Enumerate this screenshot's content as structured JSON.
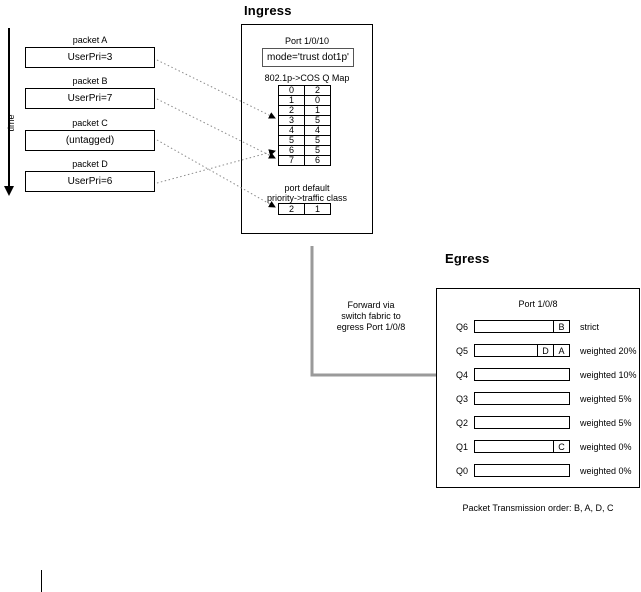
{
  "ingress": {
    "title": "Ingress",
    "port_label": "Port 1/0/10",
    "mode": "mode='trust dot1p'",
    "qmap_title": "802.1p->COS Q Map",
    "qmap_rows": [
      {
        "priority": "0",
        "queue": "2"
      },
      {
        "priority": "1",
        "queue": "0"
      },
      {
        "priority": "2",
        "queue": "1"
      },
      {
        "priority": "3",
        "queue": "5"
      },
      {
        "priority": "4",
        "queue": "4"
      },
      {
        "priority": "5",
        "queue": "5"
      },
      {
        "priority": "6",
        "queue": "5"
      },
      {
        "priority": "7",
        "queue": "6"
      }
    ],
    "port_default_title_line1": "port default",
    "port_default_title_line2": "priority->traffic class",
    "port_default_priority": "2",
    "port_default_class": "1"
  },
  "time_axis": {
    "label": "time"
  },
  "packets": [
    {
      "caption": "packet A",
      "value": "UserPri=3"
    },
    {
      "caption": "packet B",
      "value": "UserPri=7"
    },
    {
      "caption": "packet C",
      "value": "(untagged)"
    },
    {
      "caption": "packet D",
      "value": "UserPri=6"
    }
  ],
  "forward_note": {
    "line1": "Forward via",
    "line2": "switch fabric to",
    "line3": "egress Port 1/0/8"
  },
  "egress": {
    "title": "Egress",
    "port_label": "Port 1/0/8",
    "queues": [
      {
        "label": "Q6",
        "packets": [
          "B"
        ],
        "scheduling": "strict"
      },
      {
        "label": "Q5",
        "packets": [
          "D",
          "A"
        ],
        "scheduling": "weighted 20%"
      },
      {
        "label": "Q4",
        "packets": [],
        "scheduling": "weighted 10%"
      },
      {
        "label": "Q3",
        "packets": [],
        "scheduling": "weighted 5%"
      },
      {
        "label": "Q2",
        "packets": [],
        "scheduling": "weighted 5%"
      },
      {
        "label": "Q1",
        "packets": [
          "C"
        ],
        "scheduling": "weighted 0%"
      },
      {
        "label": "Q0",
        "packets": [],
        "scheduling": "weighted 0%"
      }
    ],
    "transmission_order": "Packet Transmission order:  B, A, D, C"
  },
  "colors": {
    "line": "#000000",
    "connector": "#8a8a8a",
    "forward_arrow": "#9a9a9a",
    "box_border": "#000000"
  }
}
